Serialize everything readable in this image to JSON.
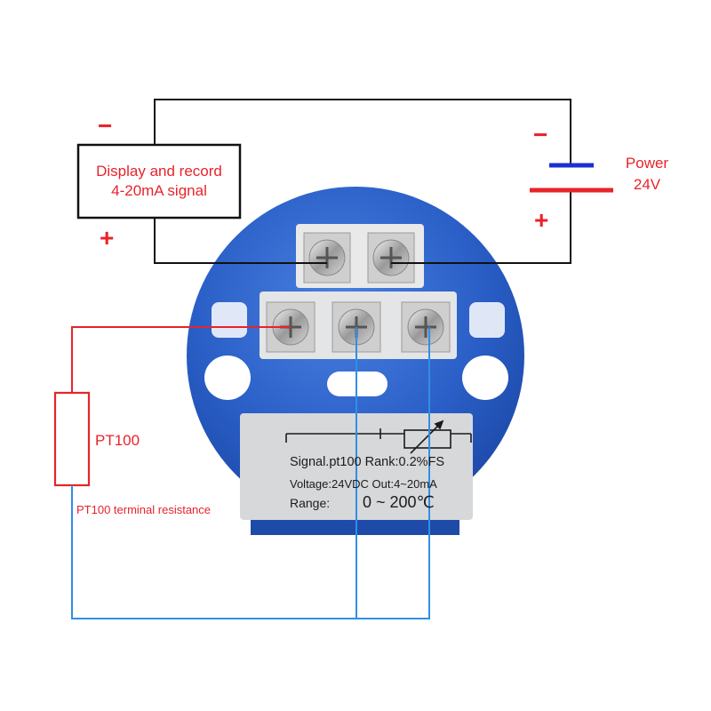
{
  "display_box": {
    "line1": "Display and record",
    "line2": "4-20mA signal",
    "minus": "−",
    "plus": "+"
  },
  "power": {
    "label_line1": "Power",
    "label_line2": "24V",
    "minus": "−",
    "plus": "+"
  },
  "sensor": {
    "label": "PT100",
    "caption": "PT100 terminal resistance"
  },
  "plate": {
    "signal": "Signal.pt100 Rank:0.2%FS",
    "voltage": "Voltage:24VDC Out:4~20mA",
    "range_label": "Range:",
    "range_value": "0 ~ 200℃"
  },
  "colors": {
    "wire_black": "#111111",
    "wire_red": "#e8232a",
    "wire_blue": "#2f8fe6",
    "body_blue": "#2a5fc7",
    "plate_gray": "#d7d8da",
    "text_red": "#e8232a"
  }
}
